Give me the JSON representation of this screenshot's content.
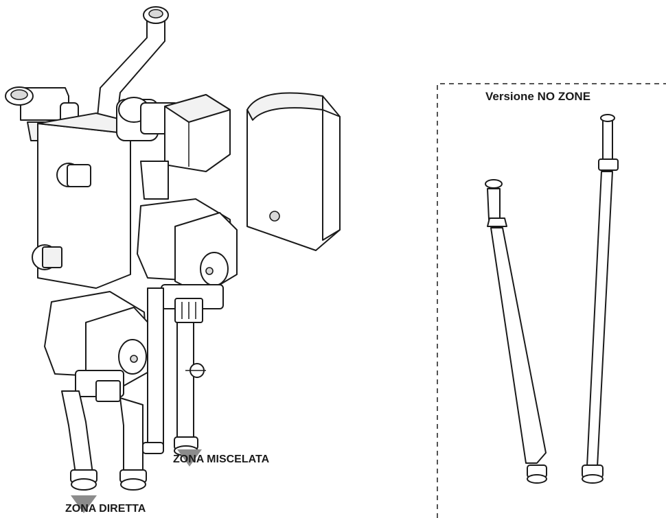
{
  "labels": {
    "no_zone_version": "Versione NO ZONE",
    "mixed_zone": "ZONA MISCELATA",
    "direct_zone": "ZONA DIRETTA"
  },
  "colors": {
    "line": "#1a1a1a",
    "arrow": "#8c8c8c",
    "background": "#ffffff"
  }
}
